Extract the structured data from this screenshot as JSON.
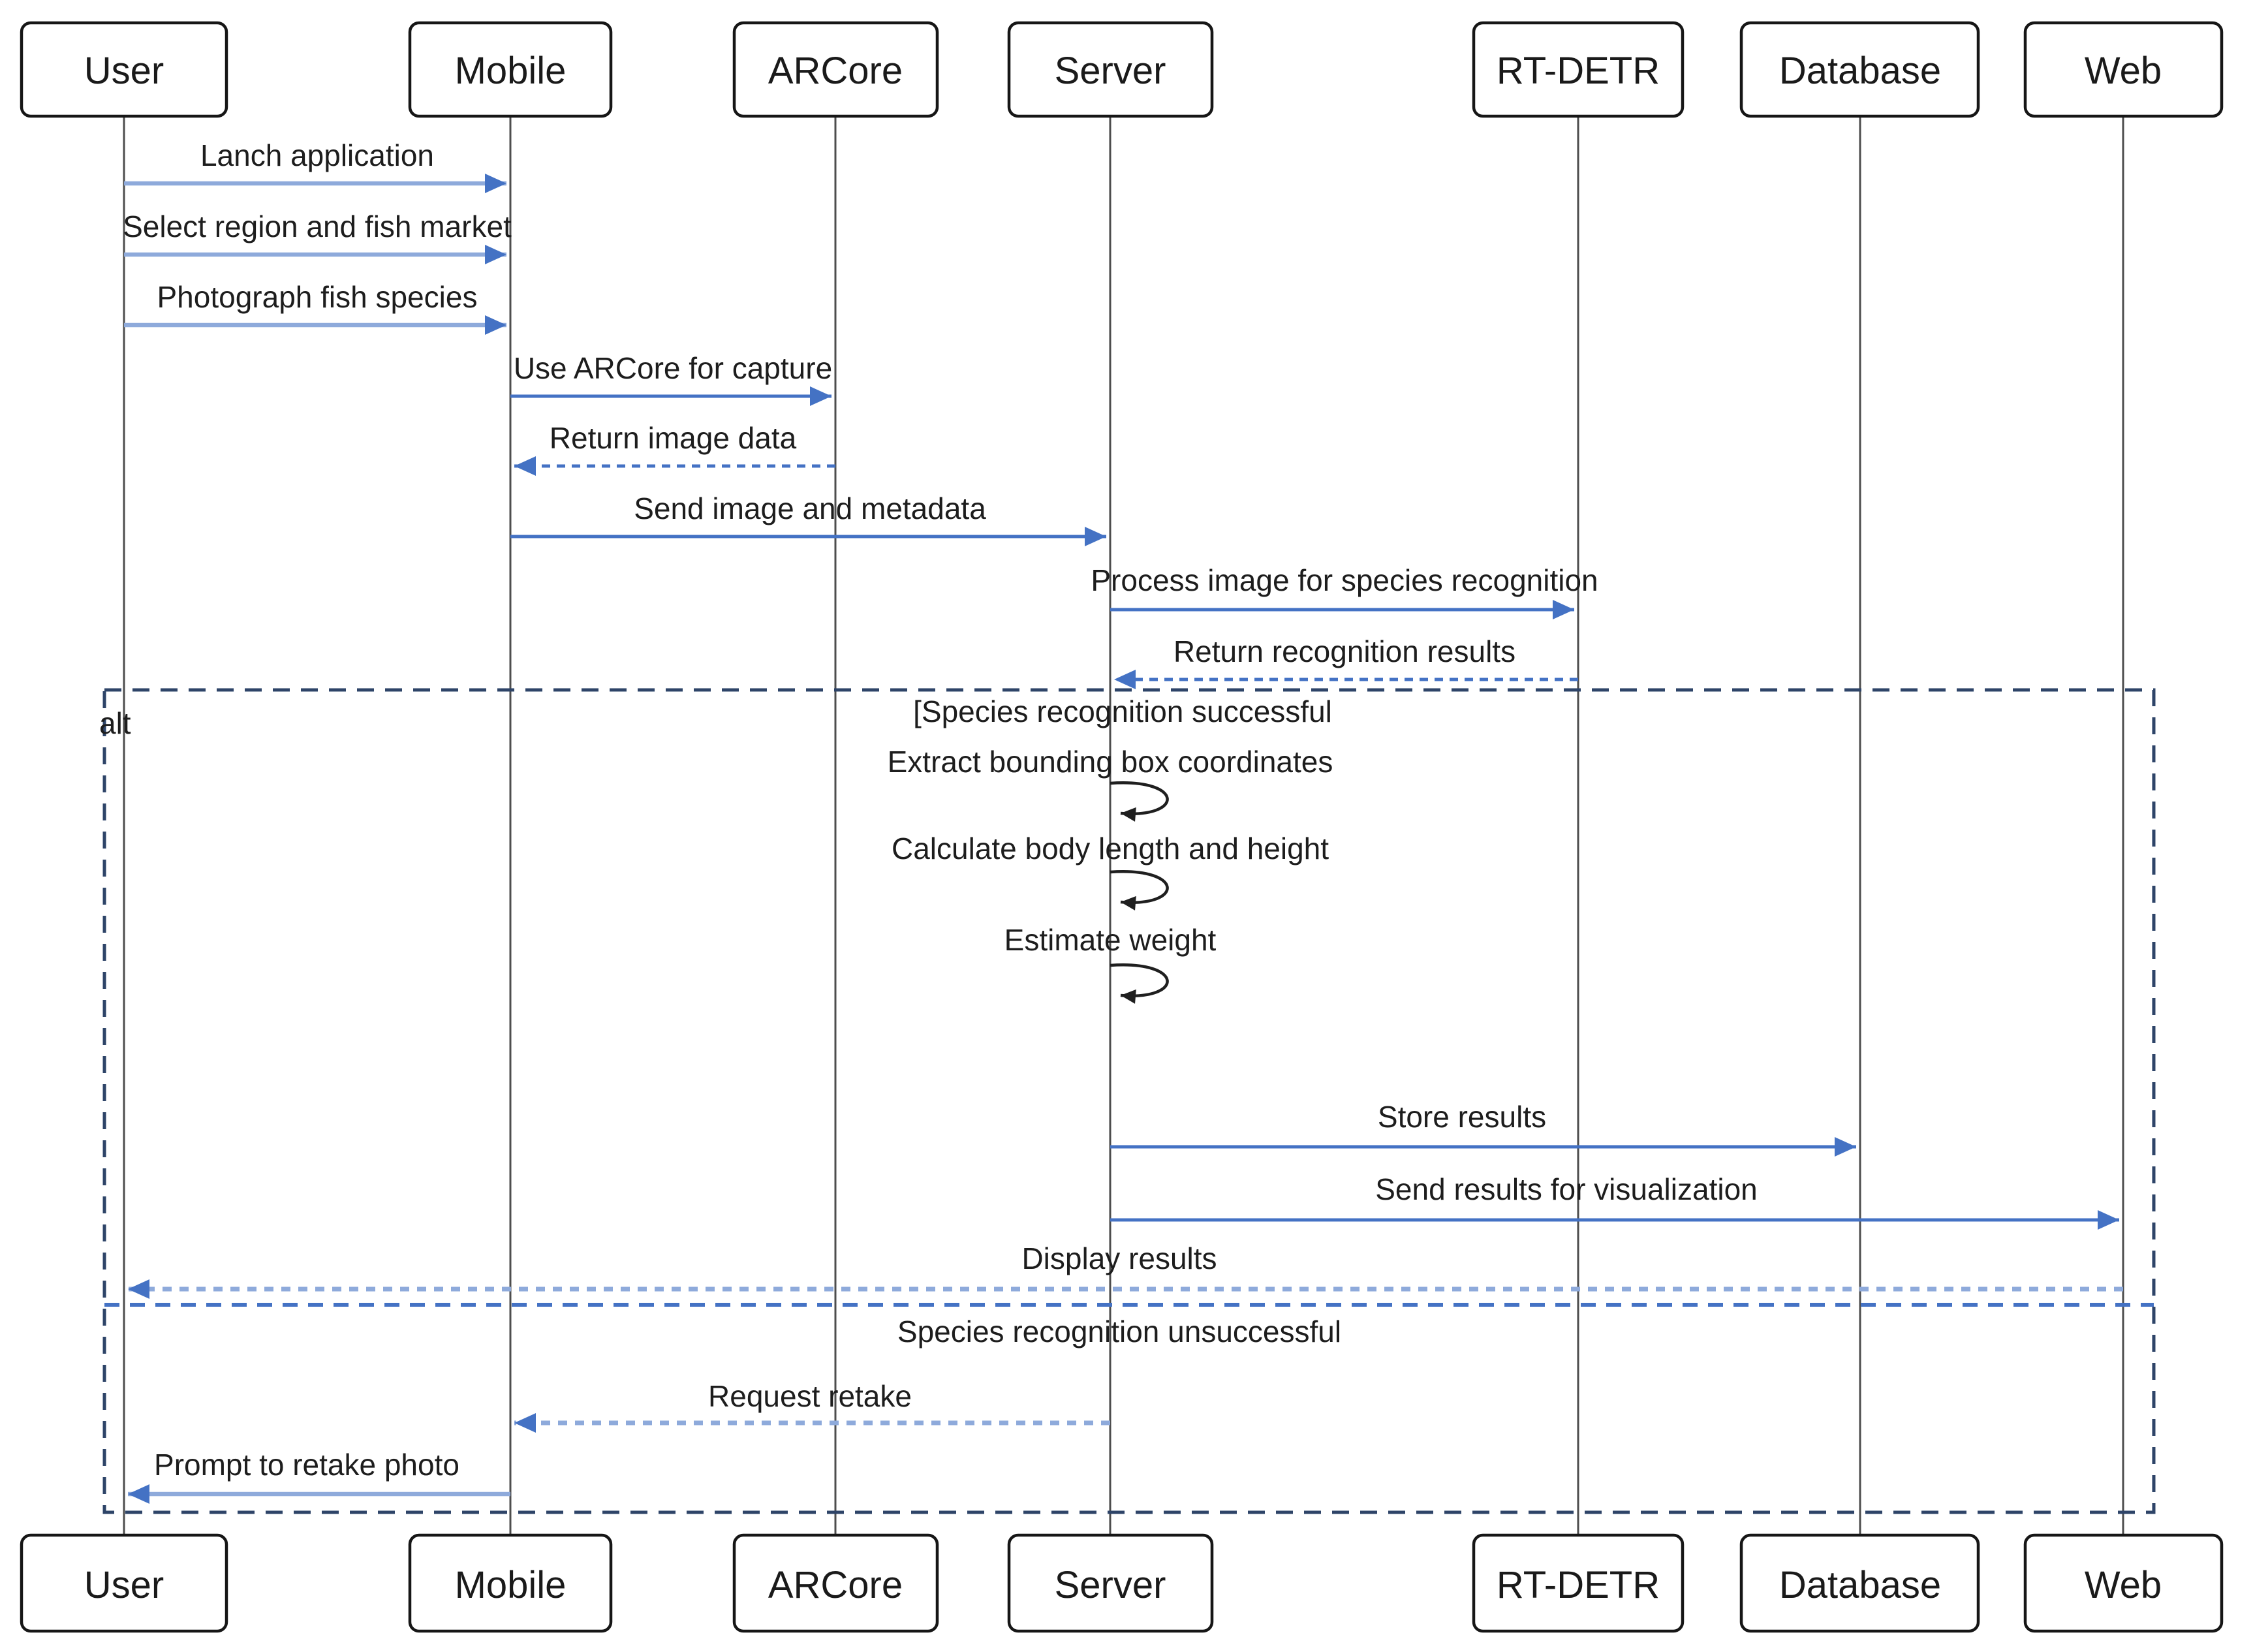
{
  "diagram": {
    "type": "uml-sequence",
    "colors": {
      "message_primary": "#4472C4",
      "message_light": "#8EAADB",
      "self_message": "#1F1F1F",
      "frame_border": "#2E4468",
      "lifeline": "#4D4D4D",
      "text": "#1D1D1D",
      "background": "#FFFFFF"
    },
    "participants": [
      {
        "id": "user",
        "label": "User"
      },
      {
        "id": "mobile",
        "label": "Mobile"
      },
      {
        "id": "arcore",
        "label": "ARCore"
      },
      {
        "id": "server",
        "label": "Server"
      },
      {
        "id": "rtdetr",
        "label": "RT-DETR"
      },
      {
        "id": "database",
        "label": "Database"
      },
      {
        "id": "web",
        "label": "Web"
      }
    ],
    "messages": [
      {
        "label": "Lanch application",
        "from": "User",
        "to": "Mobile",
        "line": "solid-light"
      },
      {
        "label": "Select region and fish market",
        "from": "User",
        "to": "Mobile",
        "line": "solid-light"
      },
      {
        "label": "Photograph fish species",
        "from": "User",
        "to": "Mobile",
        "line": "solid-light"
      },
      {
        "label": "Use ARCore for capture",
        "from": "Mobile",
        "to": "ARCore",
        "line": "solid"
      },
      {
        "label": "Return image data",
        "from": "ARCore",
        "to": "Mobile",
        "line": "dashed"
      },
      {
        "label": "Send image and metadata",
        "from": "Mobile",
        "to": "Server",
        "line": "solid"
      },
      {
        "label": "Process image for species recognition",
        "from": "Server",
        "to": "RT-DETR",
        "line": "solid"
      },
      {
        "label": "Return recognition results",
        "from": "RT-DETR",
        "to": "Server",
        "line": "dashed"
      },
      {
        "label": "Extract bounding box coordinates",
        "from": "Server",
        "to": "Server",
        "line": "self"
      },
      {
        "label": "Calculate body length and height",
        "from": "Server",
        "to": "Server",
        "line": "self"
      },
      {
        "label": "Estimate weight",
        "from": "Server",
        "to": "Server",
        "line": "self"
      },
      {
        "label": "Store results",
        "from": "Server",
        "to": "Database",
        "line": "solid"
      },
      {
        "label": "Send results for visualization",
        "from": "Server",
        "to": "Web",
        "line": "solid"
      },
      {
        "label": "Display results",
        "from": "Web",
        "to": "User",
        "line": "dotted-light"
      },
      {
        "label": "Request retake",
        "from": "Server",
        "to": "Mobile",
        "line": "dotted-light"
      },
      {
        "label": "Prompt to retake photo",
        "from": "Mobile",
        "to": "User",
        "line": "solid-light"
      }
    ],
    "alt_frame": {
      "operator": "alt",
      "sections": [
        {
          "condition": "[Species recognition successful"
        },
        {
          "condition": "Species recognition unsuccessful"
        }
      ]
    }
  }
}
